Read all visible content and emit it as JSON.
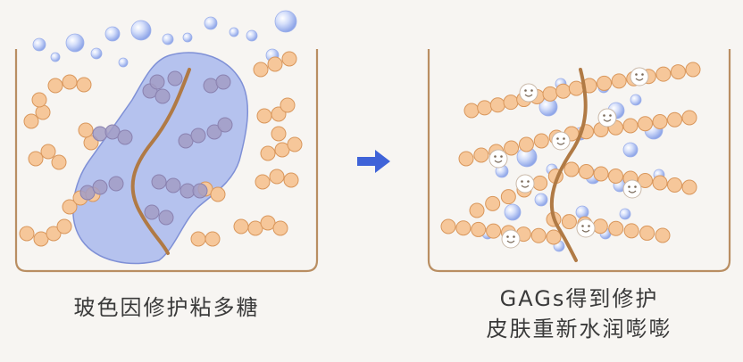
{
  "captions": {
    "left": "玻色因修护粘多糖",
    "right_line1": "GAGs得到修护",
    "right_line2": "皮肤重新水润嘭嘭"
  },
  "colors": {
    "background": "#f7f5f2",
    "container_stroke": "#b98e62",
    "bead_fill": "#f6c79a",
    "bead_stroke": "#d9975c",
    "strand": "#b07a45",
    "blob_fill": "#9fb0ec",
    "blob_stroke": "#7f90d6",
    "bubble_fill": "#b9c9f2",
    "arrow": "#3f63d8"
  }
}
